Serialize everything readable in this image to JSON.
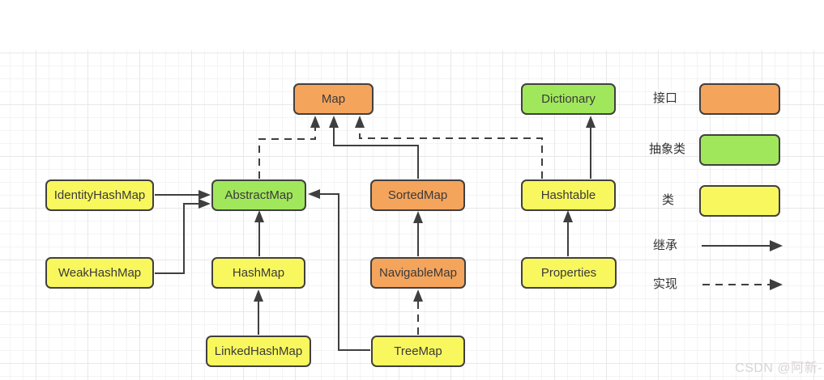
{
  "diagram": {
    "type": "class-hierarchy",
    "subject": "Java Map collection hierarchy",
    "nodes": {
      "map": {
        "label": "Map",
        "type": "interface"
      },
      "dictionary": {
        "label": "Dictionary",
        "type": "abstract-class"
      },
      "identity_hash_map": {
        "label": "IdentityHashMap",
        "type": "class"
      },
      "abstract_map": {
        "label": "AbstractMap",
        "type": "abstract-class"
      },
      "sorted_map": {
        "label": "SortedMap",
        "type": "interface"
      },
      "hashtable": {
        "label": "Hashtable",
        "type": "class"
      },
      "weak_hash_map": {
        "label": "WeakHashMap",
        "type": "class"
      },
      "hash_map": {
        "label": "HashMap",
        "type": "class"
      },
      "navigable_map": {
        "label": "NavigableMap",
        "type": "interface"
      },
      "properties": {
        "label": "Properties",
        "type": "class"
      },
      "linked_hash_map": {
        "label": "LinkedHashMap",
        "type": "class"
      },
      "tree_map": {
        "label": "TreeMap",
        "type": "class"
      }
    },
    "edges": [
      {
        "from": "AbstractMap",
        "to": "Map",
        "style": "dashed"
      },
      {
        "from": "SortedMap",
        "to": "Map",
        "style": "solid"
      },
      {
        "from": "Hashtable",
        "to": "Map",
        "style": "dashed"
      },
      {
        "from": "Hashtable",
        "to": "Dictionary",
        "style": "solid"
      },
      {
        "from": "IdentityHashMap",
        "to": "AbstractMap",
        "style": "solid"
      },
      {
        "from": "WeakHashMap",
        "to": "AbstractMap",
        "style": "solid"
      },
      {
        "from": "HashMap",
        "to": "AbstractMap",
        "style": "solid"
      },
      {
        "from": "LinkedHashMap",
        "to": "HashMap",
        "style": "solid"
      },
      {
        "from": "NavigableMap",
        "to": "SortedMap",
        "style": "solid"
      },
      {
        "from": "TreeMap",
        "to": "NavigableMap",
        "style": "dashed"
      },
      {
        "from": "TreeMap",
        "to": "AbstractMap",
        "style": "solid"
      },
      {
        "from": "Properties",
        "to": "Hashtable",
        "style": "solid"
      }
    ],
    "legend": {
      "interface_label": "接口",
      "abstract_class_label": "抽象类",
      "class_label": "类",
      "inheritance_label": "继承",
      "implementation_label": "实现"
    },
    "colors": {
      "interface_fill": "#F5A45C",
      "abstract_class_fill": "#A1E75C",
      "class_fill": "#F9F75E",
      "box_stroke": "#404040",
      "edge_stroke": "#3F3F3F"
    },
    "watermark": "CSDN @阿新-"
  }
}
